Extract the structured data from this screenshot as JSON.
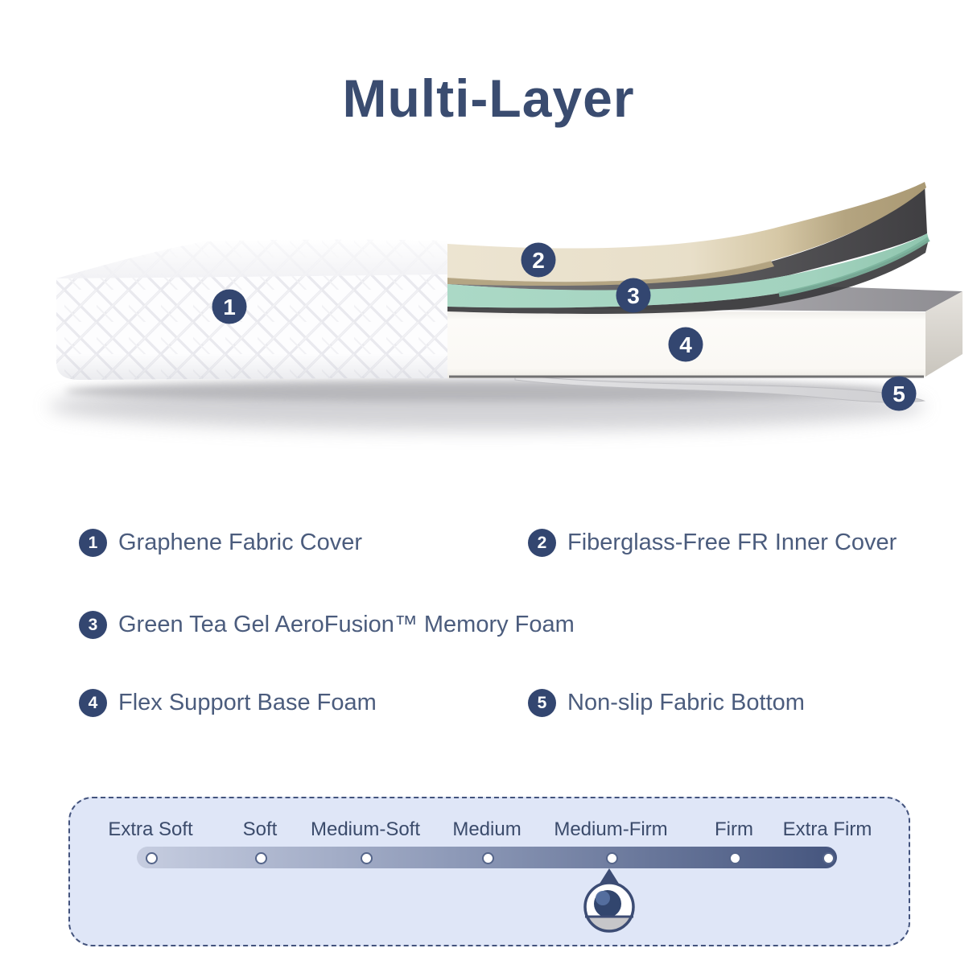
{
  "title": "Multi-Layer",
  "legend": {
    "items": [
      {
        "num": "1",
        "label": "Graphene Fabric Cover"
      },
      {
        "num": "2",
        "label": "Fiberglass-Free FR Inner Cover"
      },
      {
        "num": "3",
        "label": "Green Tea Gel AeroFusion™ Memory Foam"
      },
      {
        "num": "4",
        "label": "Flex Support Base Foam"
      },
      {
        "num": "5",
        "label": "Non-slip Fabric Bottom"
      }
    ]
  },
  "diagram": {
    "badges": [
      "1",
      "2",
      "3",
      "4",
      "5"
    ]
  },
  "firmness": {
    "labels": [
      "Extra Soft",
      "Soft",
      "Medium-Soft",
      "Medium",
      "Medium-Firm",
      "Firm",
      "Extra Firm"
    ],
    "selected": "Medium-Firm",
    "selected_index": 4
  },
  "colors": {
    "navy": "#334670",
    "title_text": "#3a4c70",
    "legend_text": "#4b5c7d",
    "panel_bg": "#dfe6f7",
    "panel_border": "#43537d",
    "bar_gradient_start": "#c6cde0",
    "bar_gradient_end": "#45557e",
    "layer_cream": "#ece4d1",
    "layer_tan": "#b0a17e",
    "layer_green": "#a6d7c3",
    "layer_base_white": "#fbfaf7",
    "layer_fabric_gray": "#d8d8da"
  }
}
